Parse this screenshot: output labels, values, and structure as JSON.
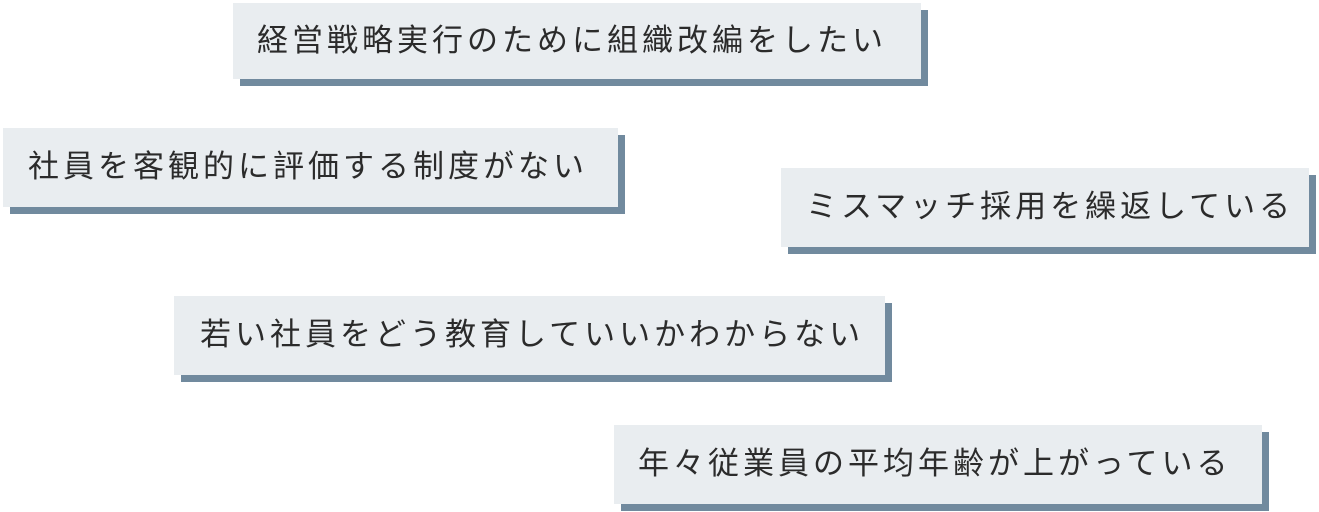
{
  "colors": {
    "card_background": "#e9edf0",
    "card_shadow": "#718a9e",
    "text": "#2b2b2b"
  },
  "issues": [
    {
      "text": "経営戦略実行のために組織改編をしたい"
    },
    {
      "text": "社員を客観的に評価する制度がない"
    },
    {
      "text": "ミスマッチ採用を繰返している"
    },
    {
      "text": "若い社員をどう教育していいかわからない"
    },
    {
      "text": "年々従業員の平均年齢が上がっている"
    }
  ]
}
